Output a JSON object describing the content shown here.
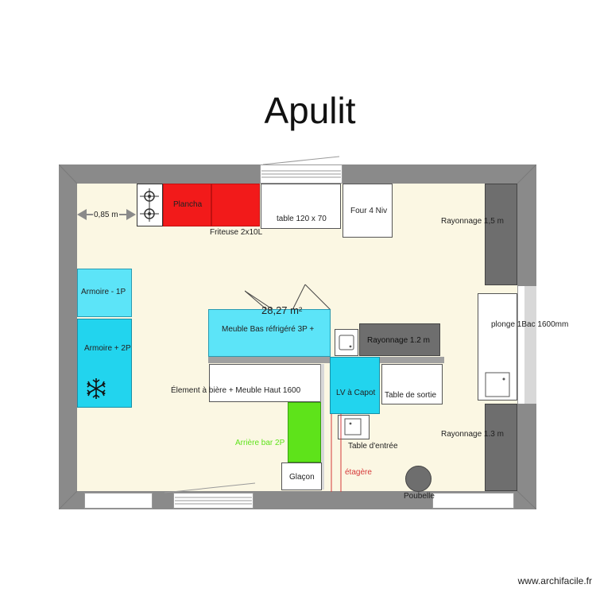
{
  "title": "Apulit",
  "area": "28,27 m²",
  "credit": "www.archifacile.fr",
  "labels": {
    "dimension": "0,85 m",
    "plancha": "Plancha",
    "friteuse": "Friteuse 2x10L",
    "table_120": "table 120 x 70",
    "four": "Four 4 Niv",
    "rayonnage_15": "Rayonnage 1,5 m",
    "armoire_1p": "Armoire - 1P",
    "armoire_2p": "Armoire + 2P",
    "meuble_bas": "Meuble Bas réfrigéré 3P +",
    "rayonnage_12": "Rayonnage 1.2 m",
    "plonge": "plonge 1Bac 1600mm",
    "element_biere": "Élement à bière + Meuble Haut 1600",
    "lv_capot": "LV à Capot",
    "table_sortie": "Table de sortie",
    "arriere_bar": "Arrière bar 2P",
    "table_entree": "Table d'entrée",
    "rayonnage_13": "Rayonnage 1.3 m",
    "etagere": "étagère",
    "glacon": "Glaçon",
    "poubelle": "Poubelle"
  },
  "colors": {
    "wall": "#8a8a8a",
    "floor": "#fbf7e3",
    "red": "#f21a1a",
    "cyan": "#5ce4f8",
    "cyan_dark": "#22d4ee",
    "green": "#5ee31a",
    "grey_equipment": "#6e6e6e",
    "etagere_red": "#d63a3a"
  }
}
